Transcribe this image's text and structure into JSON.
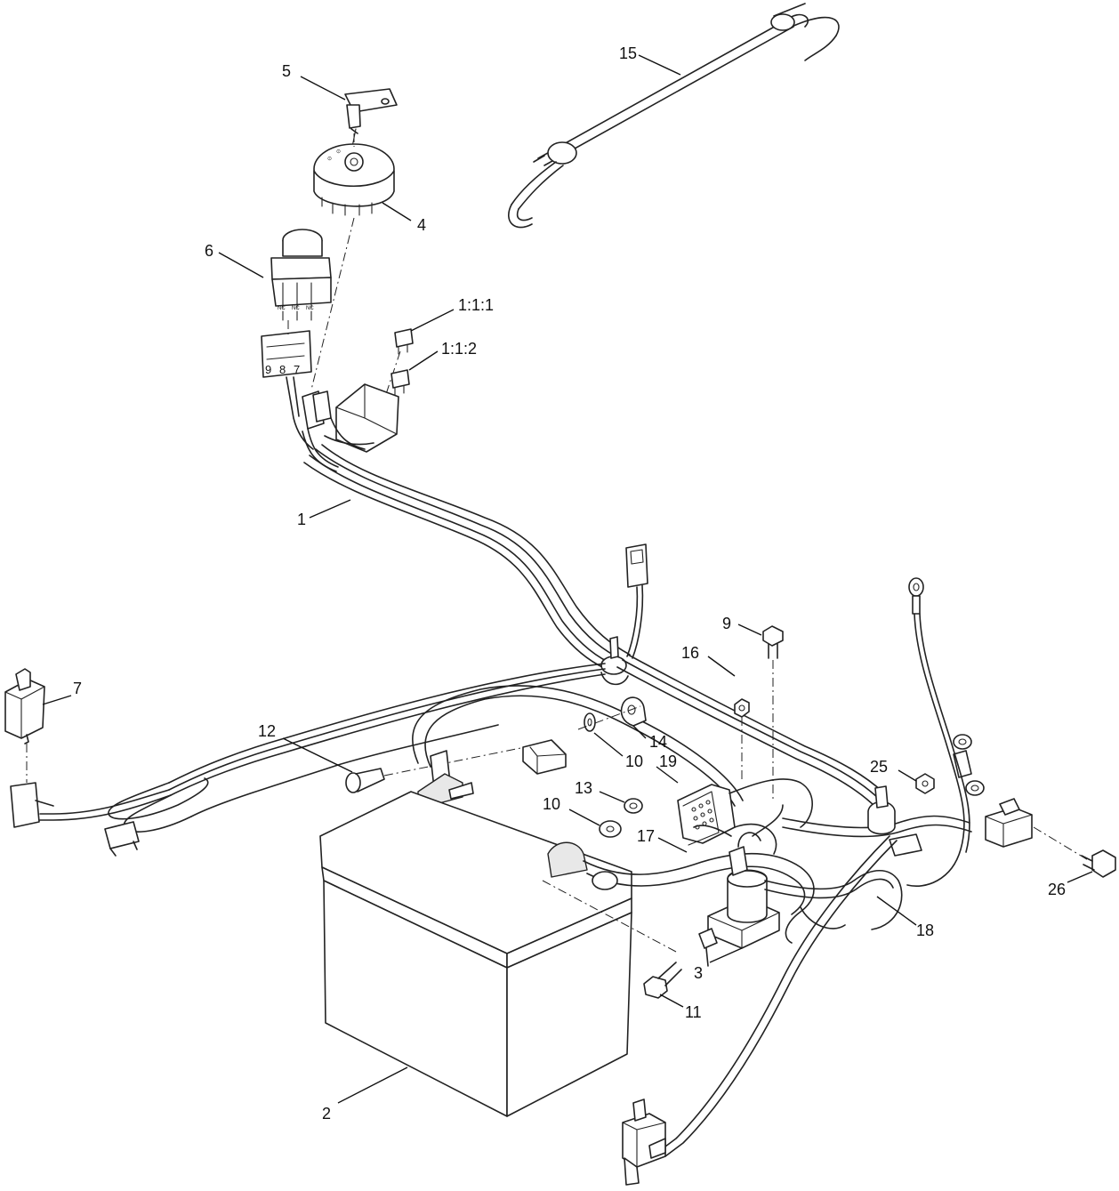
{
  "callouts": [
    {
      "id": "c5",
      "label": "5"
    },
    {
      "id": "c15",
      "label": "15"
    },
    {
      "id": "c4",
      "label": "4"
    },
    {
      "id": "c6",
      "label": "6"
    },
    {
      "id": "c111",
      "label": "1:1:1"
    },
    {
      "id": "c112",
      "label": "1:1:2"
    },
    {
      "id": "c1",
      "label": "1"
    },
    {
      "id": "c9",
      "label": "9"
    },
    {
      "id": "c16",
      "label": "16"
    },
    {
      "id": "c7",
      "label": "7"
    },
    {
      "id": "c12",
      "label": "12"
    },
    {
      "id": "c14",
      "label": "14"
    },
    {
      "id": "c10a",
      "label": "10"
    },
    {
      "id": "c19",
      "label": "19"
    },
    {
      "id": "c25",
      "label": "25"
    },
    {
      "id": "c13",
      "label": "13"
    },
    {
      "id": "c10b",
      "label": "10"
    },
    {
      "id": "c17",
      "label": "17"
    },
    {
      "id": "c26",
      "label": "26"
    },
    {
      "id": "c18",
      "label": "18"
    },
    {
      "id": "c3",
      "label": "3"
    },
    {
      "id": "c11",
      "label": "11"
    },
    {
      "id": "c2",
      "label": "2"
    }
  ],
  "switch_markings": {
    "nc1": "NC",
    "nc2": "NC",
    "nc3": "NC",
    "pin9": "9",
    "pin8": "8",
    "pin7": "7"
  }
}
